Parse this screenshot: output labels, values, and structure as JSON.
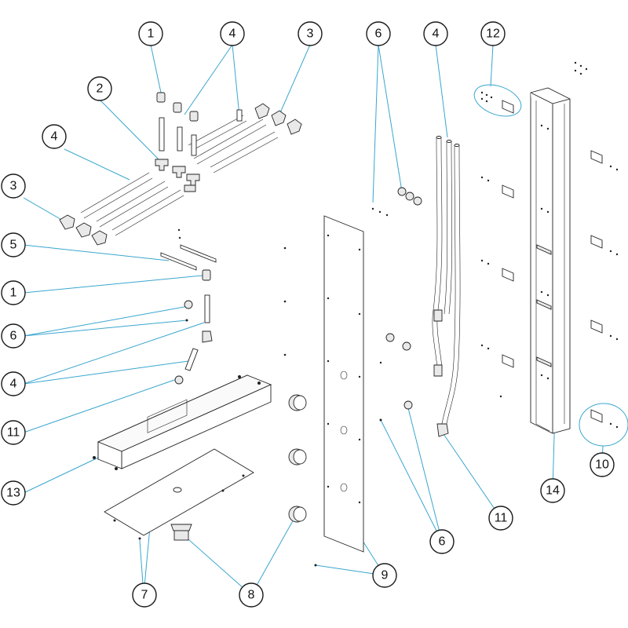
{
  "diagram": {
    "colors": {
      "leader": "#3aa6cf",
      "outline": "#222222",
      "background": "#ffffff"
    },
    "callouts": [
      {
        "id": "c1a",
        "label": "1"
      },
      {
        "id": "c4a",
        "label": "4"
      },
      {
        "id": "c3a",
        "label": "3"
      },
      {
        "id": "c2",
        "label": "2"
      },
      {
        "id": "c4b",
        "label": "4"
      },
      {
        "id": "c3b",
        "label": "3"
      },
      {
        "id": "c5",
        "label": "5"
      },
      {
        "id": "c1b",
        "label": "1"
      },
      {
        "id": "c6a",
        "label": "6"
      },
      {
        "id": "c4c",
        "label": "4"
      },
      {
        "id": "c11a",
        "label": "11"
      },
      {
        "id": "c13",
        "label": "13"
      },
      {
        "id": "c7",
        "label": "7"
      },
      {
        "id": "c8",
        "label": "8"
      },
      {
        "id": "c9",
        "label": "9"
      },
      {
        "id": "c6b",
        "label": "6"
      },
      {
        "id": "c6c",
        "label": "6"
      },
      {
        "id": "c4d",
        "label": "4"
      },
      {
        "id": "c12",
        "label": "12"
      },
      {
        "id": "c11b",
        "label": "11"
      },
      {
        "id": "c14",
        "label": "14"
      },
      {
        "id": "c10",
        "label": "10"
      }
    ]
  }
}
